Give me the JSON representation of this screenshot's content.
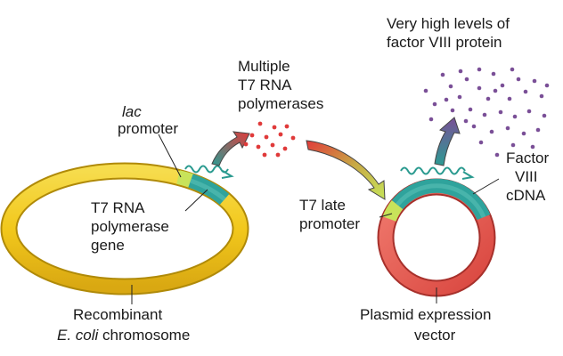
{
  "labels": {
    "lac_italic": "lac",
    "lac_promoter": "promoter",
    "t7_rna_line1": "T7 RNA",
    "t7_rna_line2": "polymerase",
    "t7_rna_line3": "gene",
    "multiple_line1": "Multiple",
    "multiple_line2": "T7 RNA",
    "multiple_line3": "polymerases",
    "high_line1": "Very high levels of",
    "high_line2": "factor VIII protein",
    "factor_line1": "Factor",
    "factor_line2": "VIII",
    "factor_line3": "cDNA",
    "t7late_line1": "T7 late",
    "t7late_line2": "promoter",
    "recomb_line1": "Recombinant",
    "recomb_line2_italic": "E. coli",
    "recomb_line2_rest": " chromosome",
    "plasmid_line1": "Plasmid expression",
    "plasmid_line2": "vector"
  },
  "colors": {
    "chromosome": "#f2cc1f",
    "promoter": "#c8e35a",
    "gene": "#2fa39c",
    "plasmid": "#e8554d",
    "polymerase_dots": "#e03a3a",
    "protein_dots": "#7a4f97",
    "mrna_wave": "#2a9a8f"
  }
}
